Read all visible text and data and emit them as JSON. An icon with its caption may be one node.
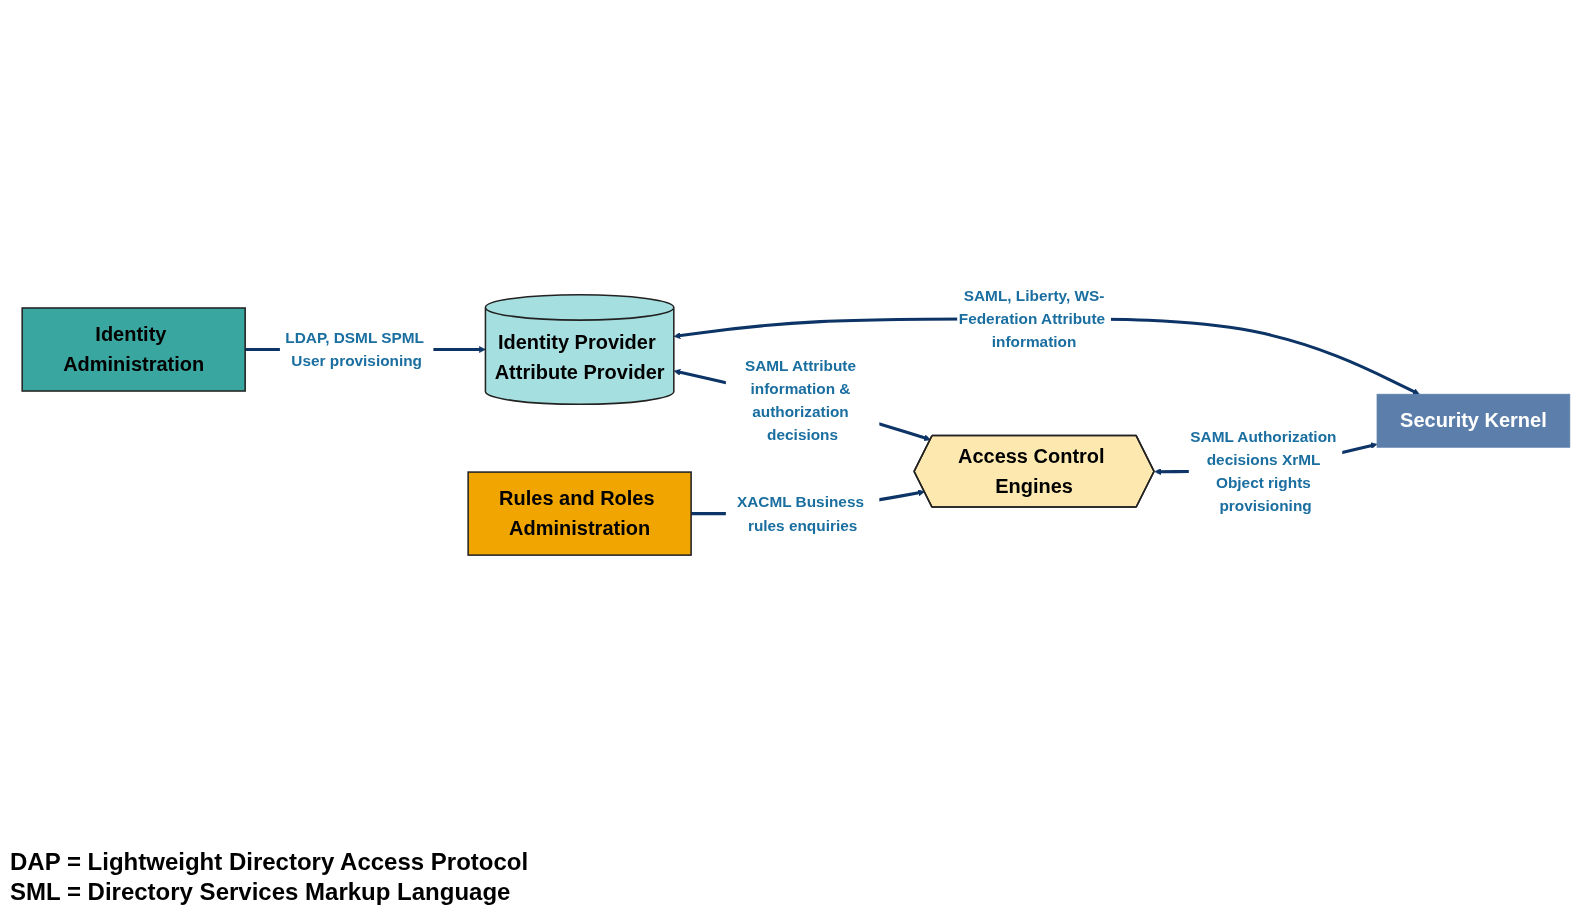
{
  "diagram": {
    "nodes": [
      {
        "text": [
          "Identity Administration"
        ]
      },
      {
        "text": [
          "Identity Provider Attribute Provider"
        ]
      },
      {
        "text": [
          "Rules and Roles Administration"
        ]
      },
      {
        "text": [
          "Access Control Engines"
        ]
      },
      {
        "text": [
          "Security Kernel"
        ]
      }
    ],
    "edges": [
      {
        "from": 0,
        "to": 1,
        "arrow": "to",
        "label": "LDAP, DSML SPML User provisioning"
      },
      {
        "from": 1,
        "to": 4,
        "arrow": "both",
        "label": "SAML, Liberty, WS-Federation Attribute information"
      },
      {
        "from": 1,
        "to": 3,
        "arrow": "both",
        "label": "SAML Attribute information & authorization decisions"
      },
      {
        "from": 2,
        "to": 3,
        "arrow": "to",
        "label": "XACML Business rules enquiries"
      },
      {
        "from": 3,
        "to": 4,
        "arrow": "both",
        "label": "SAML Authorization decisions XrML Object rights provisioning"
      }
    ],
    "labels": [
      "DAP = Lightweight Directory Access Protocol",
      "SML = Directory Services Markup Language"
    ]
  }
}
